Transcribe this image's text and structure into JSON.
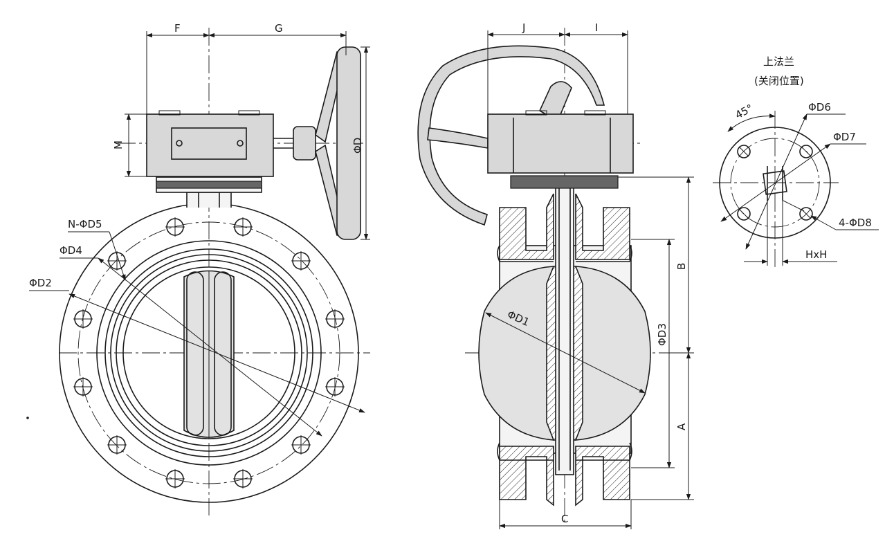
{
  "labels": {
    "F": "F",
    "G": "G",
    "J": "J",
    "I": "I",
    "M": "M",
    "D": "ΦD",
    "D1": "ΦD1",
    "D2": "ΦD2",
    "D3": "ΦD3",
    "D4": "ΦD4",
    "N_D5": "N-ΦD5",
    "D6": "ΦD6",
    "D7": "ΦD7",
    "D8": "4-ΦD8",
    "A": "A",
    "B": "B",
    "C": "C",
    "HxH": "HxH",
    "angle": "45°"
  },
  "inset": {
    "title": "上法兰",
    "subtitle": "(关闭位置)"
  }
}
